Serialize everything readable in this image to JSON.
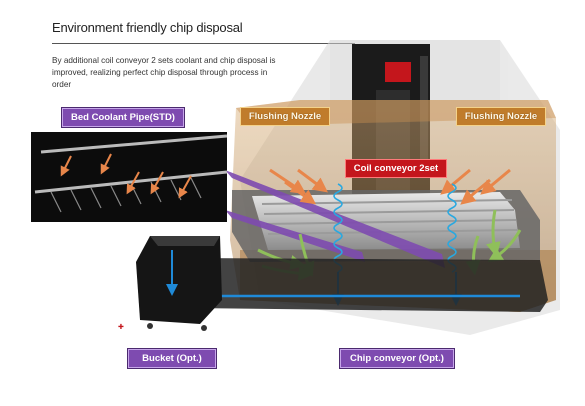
{
  "header": {
    "title": "Environment friendly chip disposal",
    "description": "By additional coil conveyor 2 sets coolant and chip disposal is improved, realizing perfect chip disposal through process in order"
  },
  "callouts": {
    "bed_coolant": "Bed Coolant Pipe(STD)",
    "flushing_left": "Flushing Nozzle",
    "flushing_right": "Flushing Nozzle",
    "coil_conveyor": "Coil conveyor 2set",
    "bucket": "Bucket (Opt.)",
    "chip_conveyor": "Chip conveyor (Opt.)"
  },
  "colors": {
    "flush_arrow": "#e8864a",
    "coolant_arrow": "#8fbf5a",
    "conveyor_arrow": "#1f8ad8",
    "purple_band": "#7e4bb0",
    "machine_frame": "#b07a3a"
  },
  "icons": {
    "marker": "✚"
  }
}
